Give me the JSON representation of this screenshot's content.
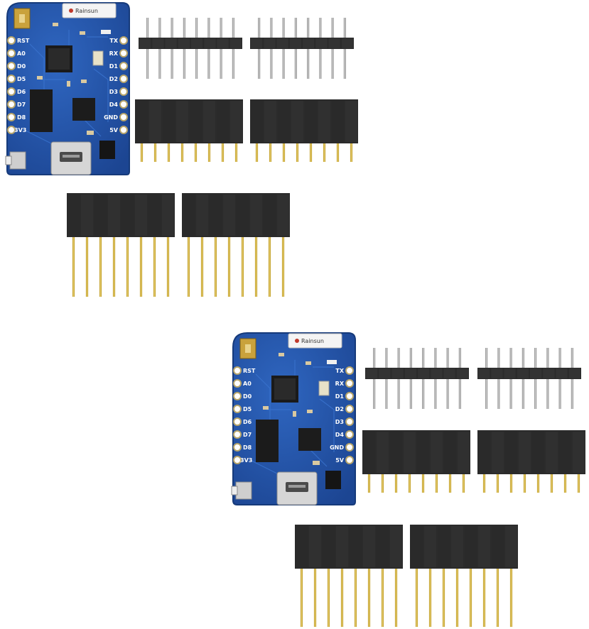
{
  "boards": [
    {
      "brand": "Rainsun",
      "left_pins": [
        "RST",
        "A0",
        "D0",
        "D5",
        "D6",
        "D7",
        "D8",
        "3V3"
      ],
      "right_pins": [
        "TX",
        "RX",
        "D1",
        "D2",
        "D3",
        "D4",
        "GND",
        "5V"
      ]
    },
    {
      "brand": "Rainsun",
      "left_pins": [
        "RST",
        "A0",
        "D0",
        "D5",
        "D6",
        "D7",
        "D8",
        "3V3"
      ],
      "right_pins": [
        "TX",
        "RX",
        "D1",
        "D2",
        "D3",
        "D4",
        "GND",
        "5V"
      ]
    }
  ],
  "colors": {
    "pcb": "#2455a8",
    "pcb_dark": "#183c80",
    "header_plastic": "#2b2b2b",
    "pin_gold": "#c8a93a",
    "pin_silver": "#9a9a9a"
  },
  "icons": [
    "antenna-icon",
    "usb-port-icon",
    "reset-button-icon",
    "chip-icon"
  ]
}
